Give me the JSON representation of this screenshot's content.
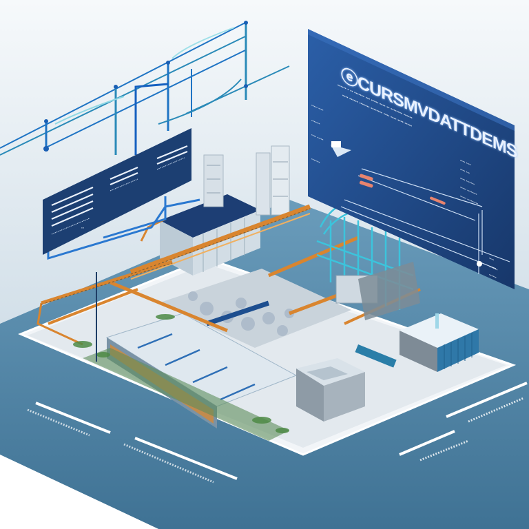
{
  "scene": {
    "type": "isometric-industrial-facility-illustration",
    "colors": {
      "background_top": "#f4f7f9",
      "ground_blue": "#4f86a8",
      "ground_blue_dark": "#3f7294",
      "platform": "#e4e9ee",
      "panel_navy": "#1c3f72",
      "panel_blue": "#2556a0",
      "wire_blue": "#1f74c4",
      "wire_teal": "#2aa3b8",
      "conveyor_orange": "#d9852f",
      "pipe_cyan": "#3cc4dc",
      "building_roof": "#1d3e74",
      "building_wall": "#c9d4dc"
    }
  },
  "main_panel": {
    "title": "ⓔCURSMVDATTDEMS",
    "subtitle_lines": [
      "▪▪▪▪▪▪ ▪ ▪▪ ▪▪▪▪▪▪▪ ▪▪▪ ▪▪▪▪▪ ▪▪▪▪ ▪▪ ▪▪▪▪▪▪▪▪ ▪▪▪▪▪▪",
      "▪▪▪▪ ▪▪▪▪▪▪ ▪▪▪▪▪▪▪ ▪▪▪▪▪▪▪▪ ▪▪▪▪ ▪▪▪▪ ▪▪▪▪ ▪▪▪▪▪"
    ],
    "side_labels": [
      "▪▪▪▪▪ ▪▪▪▪",
      "▪▪▪▪▪▪▪",
      "▪▪▪▪ ▪▪▪▪▪",
      "▪▪▪▪▪▪▪"
    ],
    "right_labels": [
      "▪▪▪▪ ▪▪▪▪",
      "▪▪▪▪ ▪▪▪",
      "▪▪▪▪ ▪▪▪▪▪▪▪",
      "▪▪▪▪▪ ▪▪▪▪▪▪▪▪",
      "▪▪▪▪▪ ▪▪▪▪▪▪▪▪▪"
    ],
    "bottom_labels": [
      "▪▪▪▪",
      "▪▪▪▪▪▪▪",
      "▪▪▪▪▪▪"
    ]
  },
  "left_panel": {
    "label": "▪▪▪",
    "line_groups": 3
  },
  "ground_markers": {
    "count": 4,
    "description": "white isometric ruler/comb markings on blue ground"
  }
}
